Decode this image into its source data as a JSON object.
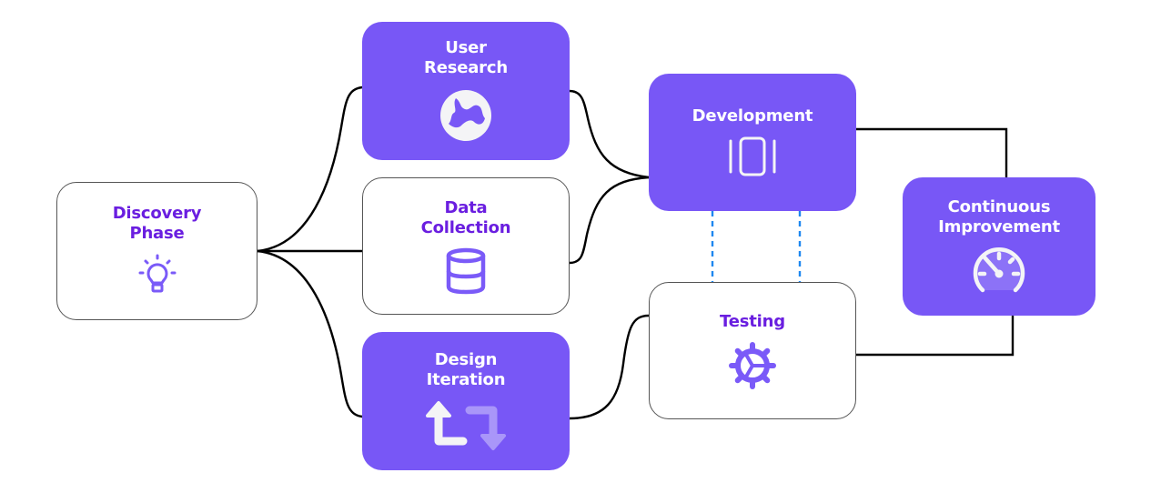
{
  "diagram": {
    "colors": {
      "filled": "#7857f6",
      "outline_text": "#6a1ee0",
      "icon_outline": "#7a5af8",
      "connector": "#000000",
      "dashed_link": "#1e88f0"
    },
    "nodes": [
      {
        "id": "discovery",
        "label": "Discovery\nPhase",
        "icon": "lightbulb-icon",
        "style": "outline"
      },
      {
        "id": "user_research",
        "label": "User\nResearch",
        "icon": "globe-icon",
        "style": "filled"
      },
      {
        "id": "data_collection",
        "label": "Data\nCollection",
        "icon": "database-icon",
        "style": "outline"
      },
      {
        "id": "design_iteration",
        "label": "Design\nIteration",
        "icon": "repeat-arrows-icon",
        "style": "filled"
      },
      {
        "id": "development",
        "label": "Development",
        "icon": "carousel-icon",
        "style": "filled"
      },
      {
        "id": "testing",
        "label": "Testing",
        "icon": "gear-icon",
        "style": "outline"
      },
      {
        "id": "continuous_improvement",
        "label": "Continuous\nImprovement",
        "icon": "speedometer-icon",
        "style": "filled"
      }
    ],
    "edges": [
      {
        "from": "discovery",
        "to": "user_research",
        "type": "curve"
      },
      {
        "from": "discovery",
        "to": "data_collection",
        "type": "straight"
      },
      {
        "from": "discovery",
        "to": "design_iteration",
        "type": "curve"
      },
      {
        "from": "user_research",
        "to": "development",
        "type": "curve"
      },
      {
        "from": "data_collection",
        "to": "development",
        "type": "curve"
      },
      {
        "from": "design_iteration",
        "to": "testing",
        "type": "curve"
      },
      {
        "from": "development",
        "to": "testing",
        "type": "dashed"
      },
      {
        "from": "development",
        "to": "continuous_improvement",
        "type": "elbow"
      },
      {
        "from": "testing",
        "to": "continuous_improvement",
        "type": "elbow"
      }
    ]
  }
}
